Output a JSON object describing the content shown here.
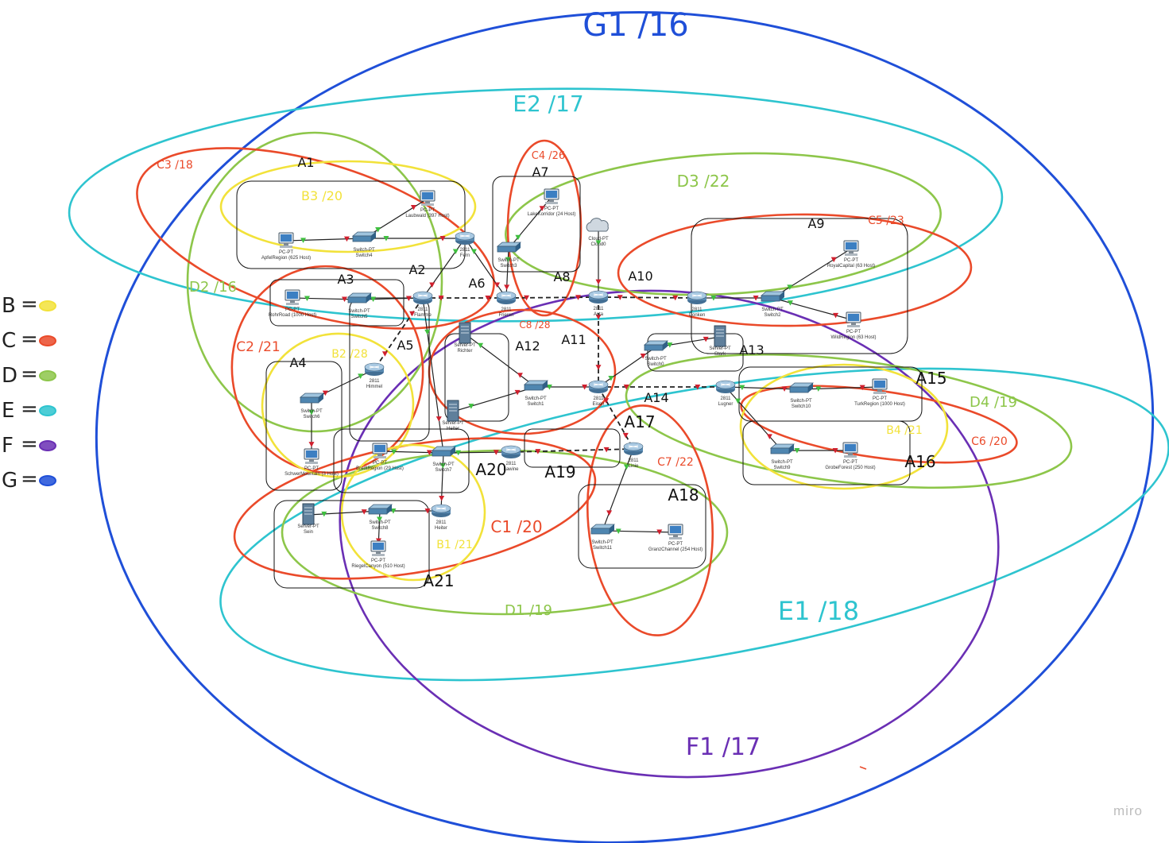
{
  "colors": {
    "B": "#f2e23a",
    "C": "#ea4a2a",
    "D": "#8dc64a",
    "E": "#2ec4cf",
    "F": "#6a2fb4",
    "G": "#1f4fd8",
    "wire": "#222222",
    "port_up": "#3fbf3f",
    "port_down": "#d0202e",
    "annotation": "#111111"
  },
  "legend": [
    {
      "letter": "B",
      "sep": "=",
      "color": "#f2e23a"
    },
    {
      "letter": "C",
      "sep": "=",
      "color": "#ea4a2a"
    },
    {
      "letter": "D",
      "sep": "=",
      "color": "#8dc64a"
    },
    {
      "letter": "E",
      "sep": "=",
      "color": "#2ec4cf"
    },
    {
      "letter": "F",
      "sep": "=",
      "color": "#6a2fb4"
    },
    {
      "letter": "G",
      "sep": "=",
      "color": "#1f4fd8"
    }
  ],
  "region_labels": [
    {
      "text": "G1 /16",
      "group": "G"
    },
    {
      "text": "E2 /17",
      "group": "E"
    },
    {
      "text": "E1 /18",
      "group": "E"
    },
    {
      "text": "F1 /17",
      "group": "F"
    },
    {
      "text": "D3 /22",
      "group": "D"
    },
    {
      "text": "D2 /16",
      "group": "D"
    },
    {
      "text": "D1 /19",
      "group": "D"
    },
    {
      "text": "D4 /19",
      "group": "D"
    },
    {
      "text": "C3 /18",
      "group": "C"
    },
    {
      "text": "C4 /26",
      "group": "C"
    },
    {
      "text": "C5 /23",
      "group": "C"
    },
    {
      "text": "C2 /21",
      "group": "C"
    },
    {
      "text": "C1 /20",
      "group": "C"
    },
    {
      "text": "C7 /22",
      "group": "C"
    },
    {
      "text": "C6 /20",
      "group": "C"
    },
    {
      "text": "C8 /28",
      "group": "C"
    },
    {
      "text": "B3 /20",
      "group": "B"
    },
    {
      "text": "B2 /28",
      "group": "B"
    },
    {
      "text": "B1 /21",
      "group": "B"
    },
    {
      "text": "B4 /21",
      "group": "B"
    }
  ],
  "link_labels": [
    "A1",
    "A2",
    "A3",
    "A4",
    "A5",
    "A6",
    "A7",
    "A8",
    "A9",
    "A10",
    "A11",
    "A12",
    "A13",
    "A14",
    "A15",
    "A16",
    "A17",
    "A18",
    "A19",
    "A20",
    "A21"
  ],
  "devices": [
    {
      "type": "PC-PT",
      "name": "Laubwald (397 Host)",
      "icon": "pc-icon"
    },
    {
      "type": "PC-PT",
      "name": "ApfelRegion (625 Host)",
      "icon": "pc-icon"
    },
    {
      "type": "Switch-PT",
      "name": "Switch4",
      "icon": "switch-icon"
    },
    {
      "type": "2811",
      "name": "Fern",
      "icon": "router-icon"
    },
    {
      "type": "PC-PT",
      "name": "LakeKorridor (24 Host)",
      "icon": "pc-icon"
    },
    {
      "type": "Switch-PT",
      "name": "Switch3",
      "icon": "switch-icon"
    },
    {
      "type": "Cloud-PT",
      "name": "Cloud0",
      "icon": "cloud-icon"
    },
    {
      "type": "PC-PT",
      "name": "RoyalCapital (63 Host)",
      "icon": "pc-icon"
    },
    {
      "type": "PC-PT",
      "name": "RohrRoad (1000 Host)",
      "icon": "pc-icon"
    },
    {
      "type": "Switch-PT",
      "name": "Switch5",
      "icon": "switch-icon"
    },
    {
      "type": "2811",
      "name": "Flamme",
      "icon": "router-icon"
    },
    {
      "type": "2811",
      "name": "Frieren",
      "icon": "router-icon"
    },
    {
      "type": "2811",
      "name": "Asta",
      "icon": "router-icon"
    },
    {
      "type": "2811",
      "name": "Donken",
      "icon": "router-icon"
    },
    {
      "type": "Switch-PT",
      "name": "Switch2",
      "icon": "switch-icon"
    },
    {
      "type": "PC-PT",
      "name": "WildRegion (63 Host)",
      "icon": "pc-icon"
    },
    {
      "type": "Server-PT",
      "name": "Richter",
      "icon": "server-icon"
    },
    {
      "type": "Switch-PT",
      "name": "Switch0",
      "icon": "switch-icon"
    },
    {
      "type": "Server-PT",
      "name": "Stark",
      "icon": "server-icon"
    },
    {
      "type": "2811",
      "name": "Himmel",
      "icon": "router-icon"
    },
    {
      "type": "Switch-PT",
      "name": "Switch6",
      "icon": "switch-icon"
    },
    {
      "type": "Switch-PT",
      "name": "Switch1",
      "icon": "switch-icon"
    },
    {
      "type": "2811",
      "name": "Eisen",
      "icon": "router-icon"
    },
    {
      "type": "2811",
      "name": "Lugner",
      "icon": "router-icon"
    },
    {
      "type": "Switch-PT",
      "name": "Switch10",
      "icon": "switch-icon"
    },
    {
      "type": "PC-PT",
      "name": "TurkRegion (1000 Host)",
      "icon": "pc-icon"
    },
    {
      "type": "Server-PT",
      "name": "Heiter",
      "icon": "server-icon"
    },
    {
      "type": "PC-PT",
      "name": "SchwerMountain (3 Host)",
      "icon": "pc-icon"
    },
    {
      "type": "PC-PT",
      "name": "BredtRegion (29 Host)",
      "icon": "pc-icon"
    },
    {
      "type": "Switch-PT",
      "name": "Switch7",
      "icon": "switch-icon"
    },
    {
      "type": "2811",
      "name": "Lawine",
      "icon": "router-icon"
    },
    {
      "type": "2811",
      "name": "Linie",
      "icon": "router-icon"
    },
    {
      "type": "Switch-PT",
      "name": "Switch9",
      "icon": "switch-icon"
    },
    {
      "type": "PC-PT",
      "name": "GrobeForest (250 Host)",
      "icon": "pc-icon"
    },
    {
      "type": "Server-PT",
      "name": "Sein",
      "icon": "server-icon"
    },
    {
      "type": "Switch-PT",
      "name": "Switch8",
      "icon": "switch-icon"
    },
    {
      "type": "2811",
      "name": "Heiter",
      "icon": "router-icon"
    },
    {
      "type": "PC-PT",
      "name": "RiegelCanyon (510 Host)",
      "icon": "pc-icon"
    },
    {
      "type": "Switch-PT",
      "name": "Switch11",
      "icon": "switch-icon"
    },
    {
      "type": "PC-PT",
      "name": "GranzChannel (254 Host)",
      "icon": "pc-icon"
    }
  ],
  "links": [
    {
      "from": "Switch4",
      "to": "Laubwald (397 Host)",
      "style": "solid"
    },
    {
      "from": "ApfelRegion (625 Host)",
      "to": "Switch4",
      "style": "solid"
    },
    {
      "from": "Switch4",
      "to": "Fern",
      "style": "solid"
    },
    {
      "from": "Fern",
      "to": "Flamme",
      "style": "solid"
    },
    {
      "from": "Fern",
      "to": "Frieren",
      "style": "solid"
    },
    {
      "from": "Switch3",
      "to": "LakeKorridor (24 Host)",
      "style": "solid"
    },
    {
      "from": "Switch3",
      "to": "Frieren",
      "style": "solid"
    },
    {
      "from": "Cloud0",
      "to": "Asta",
      "style": "solid"
    },
    {
      "from": "RohrRoad (1000 Host)",
      "to": "Switch5",
      "style": "solid"
    },
    {
      "from": "Switch5",
      "to": "Flamme",
      "style": "solid"
    },
    {
      "from": "Flamme",
      "to": "Frieren",
      "style": "dashed"
    },
    {
      "from": "Frieren",
      "to": "Asta",
      "style": "dashed"
    },
    {
      "from": "Asta",
      "to": "Donken",
      "style": "dashed"
    },
    {
      "from": "Donken",
      "to": "Switch2",
      "style": "solid"
    },
    {
      "from": "Switch2",
      "to": "RoyalCapital (63 Host)",
      "style": "solid"
    },
    {
      "from": "Switch2",
      "to": "WildRegion (63 Host)",
      "style": "solid"
    },
    {
      "from": "Asta",
      "to": "Eisen",
      "style": "dashed"
    },
    {
      "from": "Flamme",
      "to": "Himmel",
      "style": "dashed"
    },
    {
      "from": "Flamme",
      "to": "Switch7",
      "style": "solid"
    },
    {
      "from": "Himmel",
      "to": "Switch6",
      "style": "solid"
    },
    {
      "from": "Switch6",
      "to": "SchwerMountain (3 Host)",
      "style": "solid"
    },
    {
      "from": "Richter",
      "to": "Switch1",
      "style": "solid"
    },
    {
      "from": "Heiter",
      "to": "Switch1",
      "style": "solid"
    },
    {
      "from": "Switch1",
      "to": "Eisen",
      "style": "solid"
    },
    {
      "from": "Eisen",
      "to": "Switch0",
      "style": "solid"
    },
    {
      "from": "Switch0",
      "to": "Stark",
      "style": "solid"
    },
    {
      "from": "Eisen",
      "to": "Lugner",
      "style": "dashed"
    },
    {
      "from": "Lugner",
      "to": "Switch10",
      "style": "solid"
    },
    {
      "from": "Switch10",
      "to": "TurkRegion (1000 Host)",
      "style": "solid"
    },
    {
      "from": "Lugner",
      "to": "Switch9",
      "style": "solid"
    },
    {
      "from": "Switch9",
      "to": "GrobeForest (250 Host)",
      "style": "solid"
    },
    {
      "from": "Eisen",
      "to": "Linie",
      "style": "dashed"
    },
    {
      "from": "BredtRegion (29 Host)",
      "to": "Switch7",
      "style": "solid"
    },
    {
      "from": "Switch7",
      "to": "Lawine",
      "style": "solid"
    },
    {
      "from": "Lawine",
      "to": "Linie",
      "style": "dashed"
    },
    {
      "from": "Switch7",
      "to": "Heiter",
      "style": "solid"
    },
    {
      "from": "Sein",
      "to": "Switch8",
      "style": "solid"
    },
    {
      "from": "Switch8",
      "to": "Heiter",
      "style": "solid"
    },
    {
      "from": "Switch8",
      "to": "RiegelCanyon (510 Host)",
      "style": "solid"
    },
    {
      "from": "Linie",
      "to": "Switch11",
      "style": "solid"
    },
    {
      "from": "Switch11",
      "to": "GranzChannel (254 Host)",
      "style": "solid"
    }
  ],
  "branding": "miro"
}
